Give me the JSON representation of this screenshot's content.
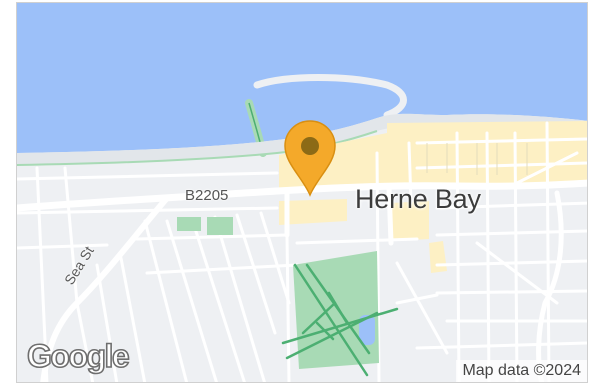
{
  "map": {
    "place_label": "Herne Bay",
    "road_label": "B2205",
    "street_label": "Sea St",
    "marker": "location-pin-icon",
    "logo": "Google",
    "attribution": "Map data ©2024"
  },
  "colors": {
    "water": "#9cc0f9",
    "land": "#eef0f3",
    "road": "#ffffff",
    "urban": "#fdf0c4",
    "park": "#a8dab5",
    "park_path": "#4caf72",
    "marker": "#f4a92a",
    "marker_dot": "#8c6a16"
  }
}
